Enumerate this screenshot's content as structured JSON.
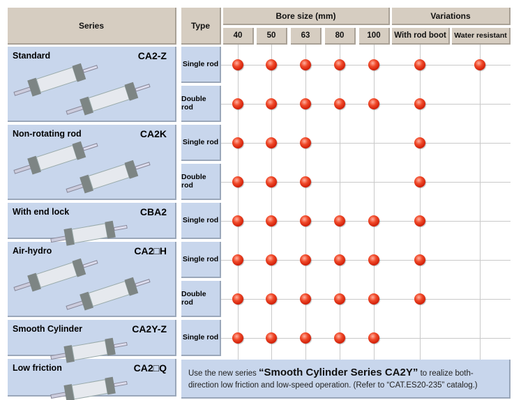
{
  "header": {
    "series": "Series",
    "type": "Type",
    "bore_size": "Bore size (mm)",
    "variations": "Variations",
    "columns": [
      "40",
      "50",
      "63",
      "80",
      "100",
      "With rod boot",
      "Water resistant"
    ]
  },
  "series": [
    {
      "name": "Standard",
      "code": "CA2-Z",
      "rows": [
        {
          "type": "Single rod",
          "dots": [
            1,
            1,
            1,
            1,
            1,
            1,
            1
          ]
        },
        {
          "type": "Double rod",
          "dots": [
            1,
            1,
            1,
            1,
            1,
            1,
            0
          ]
        }
      ]
    },
    {
      "name": "Non-rotating rod",
      "code": "CA2K",
      "rows": [
        {
          "type": "Single rod",
          "dots": [
            1,
            1,
            1,
            0,
            0,
            1,
            0
          ]
        },
        {
          "type": "Double rod",
          "dots": [
            1,
            1,
            1,
            0,
            0,
            1,
            0
          ]
        }
      ]
    },
    {
      "name": "With end lock",
      "code": "CBA2",
      "rows": [
        {
          "type": "Single rod",
          "dots": [
            1,
            1,
            1,
            1,
            1,
            1,
            0
          ]
        }
      ]
    },
    {
      "name": "Air-hydro",
      "code": "CA2□H",
      "rows": [
        {
          "type": "Single rod",
          "dots": [
            1,
            1,
            1,
            1,
            1,
            1,
            0
          ]
        },
        {
          "type": "Double rod",
          "dots": [
            1,
            1,
            1,
            1,
            1,
            1,
            0
          ]
        }
      ]
    },
    {
      "name": "Smooth Cylinder",
      "code": "CA2Y-Z",
      "rows": [
        {
          "type": "Single rod",
          "dots": [
            1,
            1,
            1,
            1,
            1,
            0,
            0
          ]
        }
      ]
    },
    {
      "name": "Low friction",
      "code": "CA2□Q",
      "rows": []
    }
  ],
  "note": {
    "pre": "Use the new series ",
    "bold": "“Smooth Cylinder Series CA2Y”",
    "post": " to realize both-direction low friction and low-speed operation. (Refer to “CAT.ES20-235” catalog.)"
  },
  "colors": {
    "header": "#d6cdc1",
    "cell": "#c8d6ec",
    "dot": "#e8301a"
  }
}
